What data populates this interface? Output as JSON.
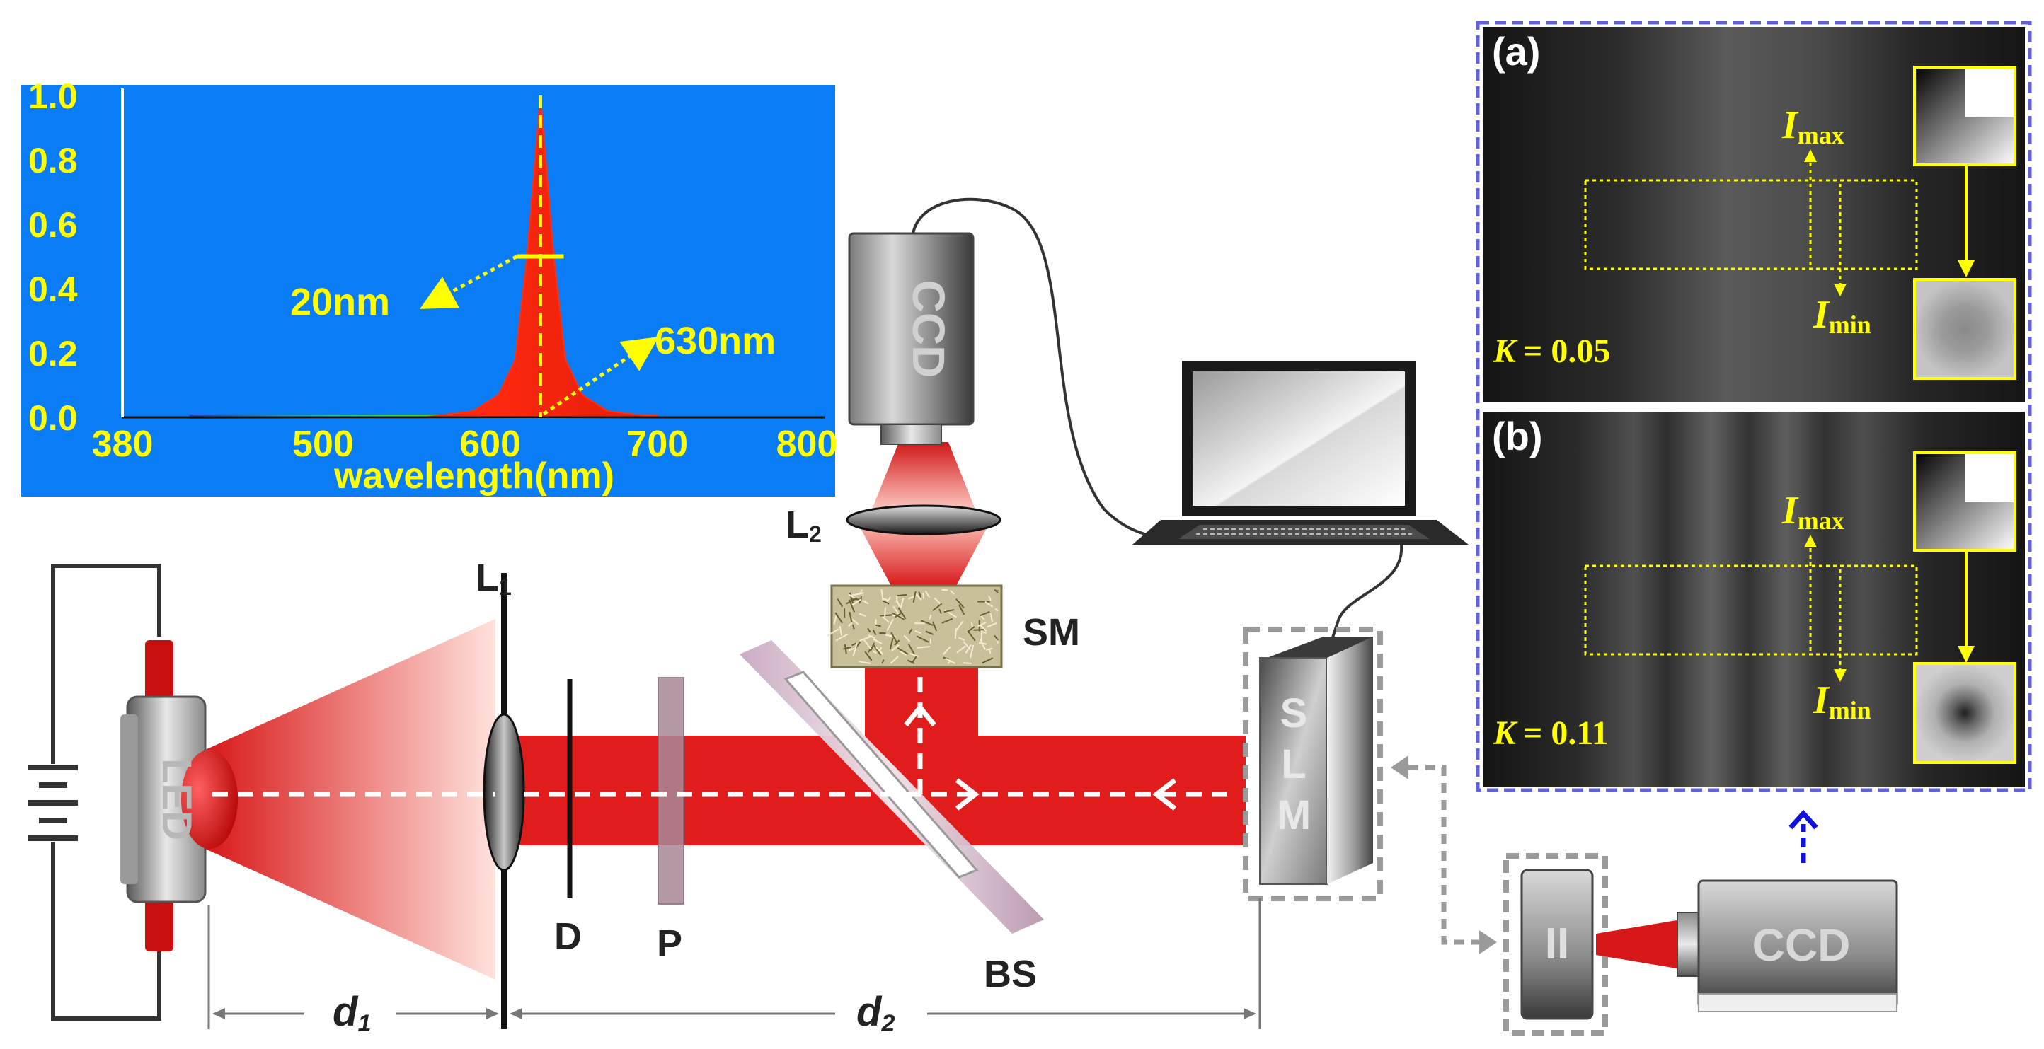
{
  "spectrum": {
    "y_ticks": [
      "1.0",
      "0.8",
      "0.6",
      "0.4",
      "0.2",
      "0.0"
    ],
    "x_ticks": [
      "380",
      "500",
      "600",
      "700",
      "800"
    ],
    "xlabel": "wavelength(nm)",
    "fwhm_label": "20nm",
    "peak_label": "630nm",
    "colors": {
      "background": "#0a7cf5",
      "peak": "#e01010",
      "text": "#ffff00"
    }
  },
  "chart_data": {
    "type": "line",
    "x": [
      380,
      560,
      590,
      605,
      615,
      622,
      630,
      638,
      645,
      655,
      670,
      700,
      800
    ],
    "values": [
      0.0,
      0.0,
      0.02,
      0.07,
      0.18,
      0.5,
      1.0,
      0.5,
      0.18,
      0.07,
      0.02,
      0.0,
      0.0
    ],
    "xlabel": "wavelength(nm)",
    "ylabel": "",
    "xlim": [
      380,
      800
    ],
    "ylim": [
      0,
      1.0
    ],
    "annotations": [
      "20nm",
      "630nm"
    ],
    "grid": false
  },
  "setup": {
    "led": "LED",
    "lens1_main": "L",
    "lens1_sub": "1",
    "lens2_main": "L",
    "lens2_sub": "2",
    "diaphragm": "D",
    "polarizer": "P",
    "beamsplitter": "BS",
    "scattering_medium": "SM",
    "ccd_top": "CCD",
    "slm": [
      "S",
      "L",
      "M"
    ],
    "image_intensifier": "II",
    "ccd_bottom": "CCD",
    "distance1_main": "d",
    "distance1_sub": "1",
    "distance2_main": "d",
    "distance2_sub": "2"
  },
  "panels": [
    {
      "label": "(a)",
      "k_symbol": "K",
      "k_value": "= 0.05",
      "imax_main": "I",
      "imax_sub": "max",
      "imin_main": "I",
      "imin_sub": "min"
    },
    {
      "label": "(b)",
      "k_symbol": "K",
      "k_value": "= 0.11",
      "imax_main": "I",
      "imax_sub": "max",
      "imin_main": "I",
      "imin_sub": "min"
    }
  ]
}
